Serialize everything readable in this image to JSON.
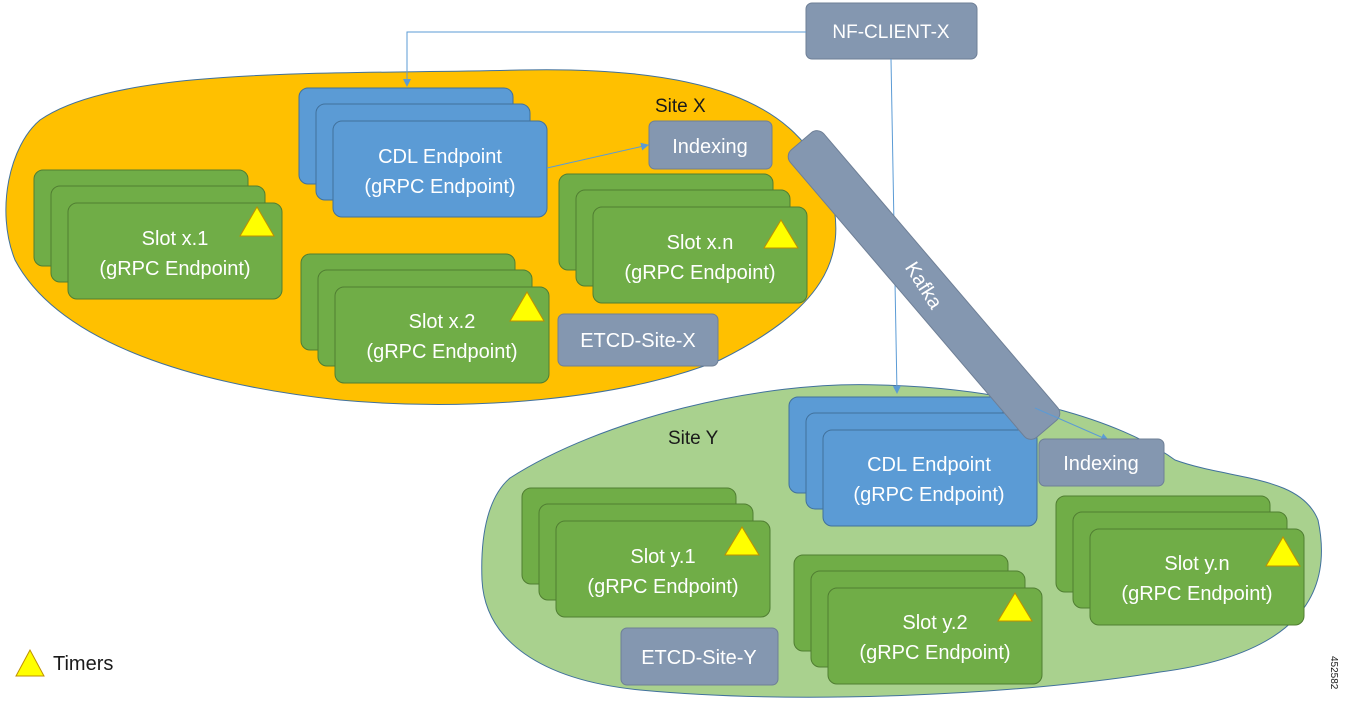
{
  "nf_client": "NF-CLIENT-X",
  "kafka": "Kafka",
  "site_x": {
    "label": "Site X",
    "cdl": [
      "CDL Endpoint",
      "(gRPC Endpoint)"
    ],
    "indexing": "Indexing",
    "etcd": "ETCD-Site-X",
    "slots": [
      [
        "Slot x.1",
        "(gRPC Endpoint)"
      ],
      [
        "Slot x.2",
        "(gRPC Endpoint)"
      ],
      [
        "Slot x.n",
        "(gRPC Endpoint)"
      ]
    ]
  },
  "site_y": {
    "label": "Site Y",
    "cdl": [
      "CDL Endpoint",
      "(gRPC Endpoint)"
    ],
    "indexing": "Indexing",
    "etcd": "ETCD-Site-Y",
    "slots": [
      [
        "Slot y.1",
        "(gRPC Endpoint)"
      ],
      [
        "Slot y.2",
        "(gRPC Endpoint)"
      ],
      [
        "Slot y.n",
        "(gRPC Endpoint)"
      ]
    ]
  },
  "legend": {
    "timers": "Timers"
  },
  "figure_id": "452582",
  "colors": {
    "site_x_fill": "#FFC000",
    "site_y_fill": "#A9D18E",
    "slot_fill": "#70AD47",
    "cdl_fill": "#5B9BD5",
    "gray_box": "#8497B0",
    "timer": "#FFFF00",
    "arrow": "#5B9BD5"
  }
}
